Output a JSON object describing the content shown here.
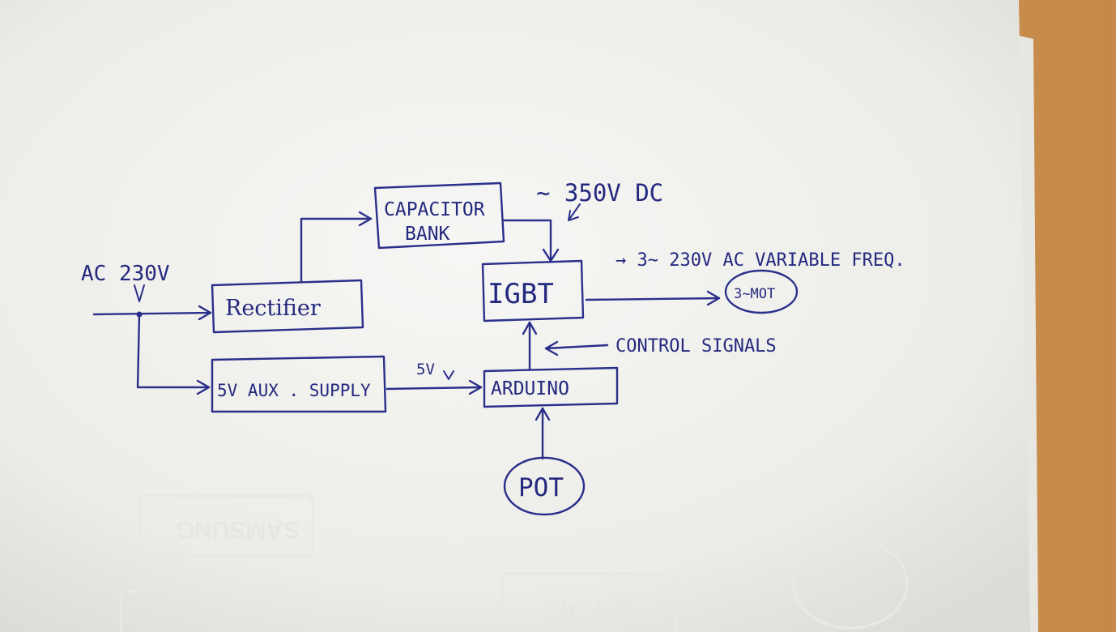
{
  "colors": {
    "ink": "#2a2f8a",
    "paper": "#f4f4f1",
    "table": "#c98f4a"
  },
  "blocks": {
    "capacitor_bank_line1": "CAPACITOR",
    "capacitor_bank_line2": "BANK",
    "rectifier": "Rectifier",
    "igbt": "IGBT",
    "aux_supply": "5V AUX . SUPPLY",
    "arduino": "ARDUINO",
    "pot": "POT",
    "motor": "3~MOT"
  },
  "annotations": {
    "ac_input": "AC 230V",
    "dc_bus": "~ 350V DC",
    "output": "→ 3~ 230V AC  VARIABLE FREQ.",
    "control_signals": "CONTROL  SIGNALS",
    "five_volt": "5V"
  },
  "background_imprints": {
    "imprint_left": "SAMSUNG",
    "imprint_bottom": "IGBT"
  }
}
